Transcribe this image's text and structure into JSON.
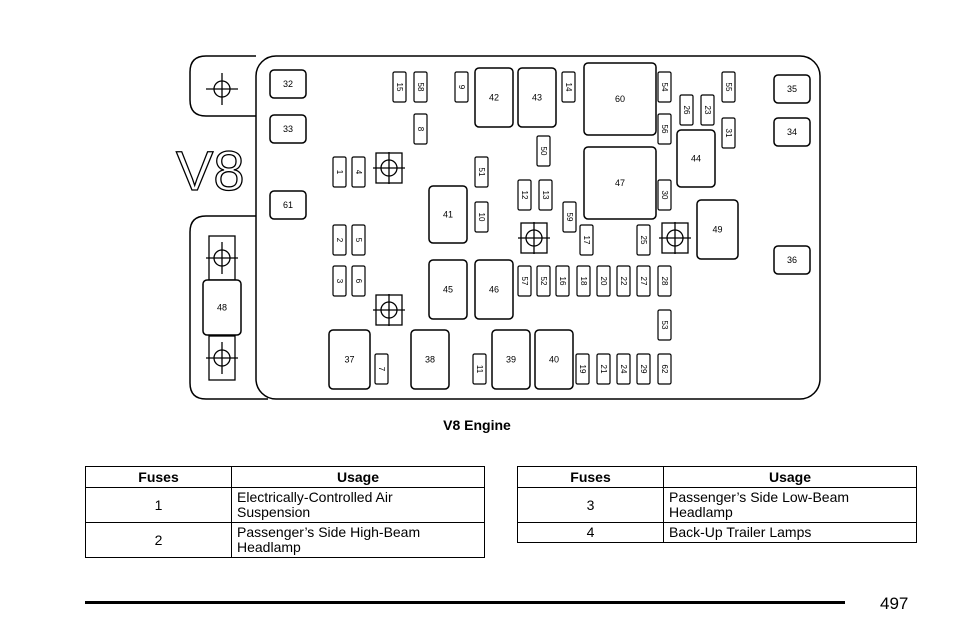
{
  "diagram": {
    "engine_label": "V8",
    "boxes": [
      {
        "label": "32",
        "kind": "square"
      },
      {
        "label": "33",
        "kind": "square"
      },
      {
        "label": "61",
        "kind": "square"
      },
      {
        "label": "35",
        "kind": "square"
      },
      {
        "label": "34",
        "kind": "square"
      },
      {
        "label": "36",
        "kind": "square"
      },
      {
        "label": "15",
        "kind": "mini"
      },
      {
        "label": "58",
        "kind": "mini"
      },
      {
        "label": "9",
        "kind": "mini"
      },
      {
        "label": "14",
        "kind": "mini"
      },
      {
        "label": "8",
        "kind": "mini"
      },
      {
        "label": "54",
        "kind": "mini"
      },
      {
        "label": "55",
        "kind": "mini"
      },
      {
        "label": "26",
        "kind": "mini"
      },
      {
        "label": "23",
        "kind": "mini"
      },
      {
        "label": "56",
        "kind": "mini"
      },
      {
        "label": "31",
        "kind": "mini"
      },
      {
        "label": "50",
        "kind": "mini"
      },
      {
        "label": "1",
        "kind": "mini"
      },
      {
        "label": "4",
        "kind": "mini"
      },
      {
        "label": "51",
        "kind": "mini"
      },
      {
        "label": "12",
        "kind": "mini"
      },
      {
        "label": "13",
        "kind": "mini"
      },
      {
        "label": "30",
        "kind": "mini"
      },
      {
        "label": "10",
        "kind": "mini"
      },
      {
        "label": "59",
        "kind": "mini"
      },
      {
        "label": "17",
        "kind": "mini"
      },
      {
        "label": "25",
        "kind": "mini"
      },
      {
        "label": "2",
        "kind": "mini"
      },
      {
        "label": "5",
        "kind": "mini"
      },
      {
        "label": "3",
        "kind": "mini"
      },
      {
        "label": "6",
        "kind": "mini"
      },
      {
        "label": "57",
        "kind": "mini"
      },
      {
        "label": "52",
        "kind": "mini"
      },
      {
        "label": "16",
        "kind": "mini"
      },
      {
        "label": "18",
        "kind": "mini"
      },
      {
        "label": "20",
        "kind": "mini"
      },
      {
        "label": "22",
        "kind": "mini"
      },
      {
        "label": "27",
        "kind": "mini"
      },
      {
        "label": "28",
        "kind": "mini"
      },
      {
        "label": "53",
        "kind": "mini"
      },
      {
        "label": "7",
        "kind": "mini"
      },
      {
        "label": "11",
        "kind": "mini"
      },
      {
        "label": "19",
        "kind": "mini"
      },
      {
        "label": "21",
        "kind": "mini"
      },
      {
        "label": "24",
        "kind": "mini"
      },
      {
        "label": "29",
        "kind": "mini"
      },
      {
        "label": "62",
        "kind": "mini"
      },
      {
        "label": "42",
        "kind": "relay"
      },
      {
        "label": "43",
        "kind": "relay"
      },
      {
        "label": "60",
        "kind": "relay"
      },
      {
        "label": "44",
        "kind": "relay"
      },
      {
        "label": "47",
        "kind": "relay"
      },
      {
        "label": "41",
        "kind": "relay"
      },
      {
        "label": "49",
        "kind": "relay"
      },
      {
        "label": "45",
        "kind": "relay"
      },
      {
        "label": "46",
        "kind": "relay"
      },
      {
        "label": "37",
        "kind": "relay"
      },
      {
        "label": "38",
        "kind": "relay"
      },
      {
        "label": "39",
        "kind": "relay"
      },
      {
        "label": "40",
        "kind": "relay"
      },
      {
        "label": "48",
        "kind": "maxi"
      }
    ]
  },
  "caption": "V8 Engine",
  "tables": [
    {
      "headers": [
        "Fuses",
        "Usage"
      ],
      "rows": [
        {
          "fuse": "1",
          "usage": [
            "Electrically-Controlled Air",
            "Suspension"
          ]
        },
        {
          "fuse": "2",
          "usage": [
            "Passenger’s Side High-Beam",
            "Headlamp"
          ]
        }
      ]
    },
    {
      "headers": [
        "Fuses",
        "Usage"
      ],
      "rows": [
        {
          "fuse": "3",
          "usage": [
            "Passenger’s Side Low-Beam",
            "Headlamp"
          ]
        },
        {
          "fuse": "4",
          "usage": [
            "Back-Up Trailer Lamps"
          ]
        }
      ]
    }
  ],
  "page_number": "497"
}
